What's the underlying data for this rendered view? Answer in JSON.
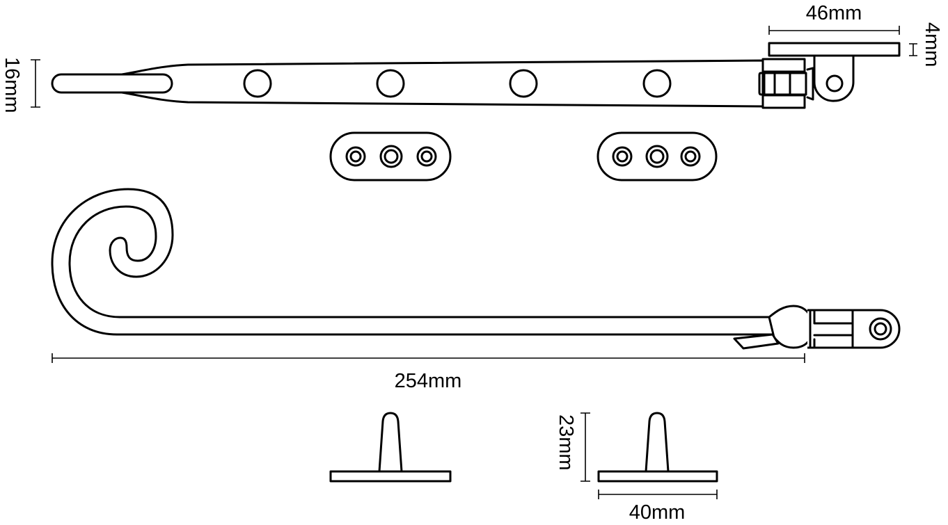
{
  "diagram": {
    "title": "Casement stay technical drawing",
    "stroke_color": "#000000",
    "background": "#ffffff"
  },
  "dimensions": {
    "arm_width": "16mm",
    "plate_length": "46mm",
    "plate_thickness": "4mm",
    "overall_length": "254mm",
    "pin_height": "23mm",
    "pin_plate_width": "40mm"
  },
  "components": [
    {
      "name": "stay-arm-top-view",
      "holes": 4
    },
    {
      "name": "mounting-plate",
      "holes": 3
    },
    {
      "name": "mounting-plate",
      "holes": 3
    },
    {
      "name": "stay-arm-side-view-monkey-tail"
    },
    {
      "name": "stay-pin"
    },
    {
      "name": "stay-pin"
    }
  ]
}
